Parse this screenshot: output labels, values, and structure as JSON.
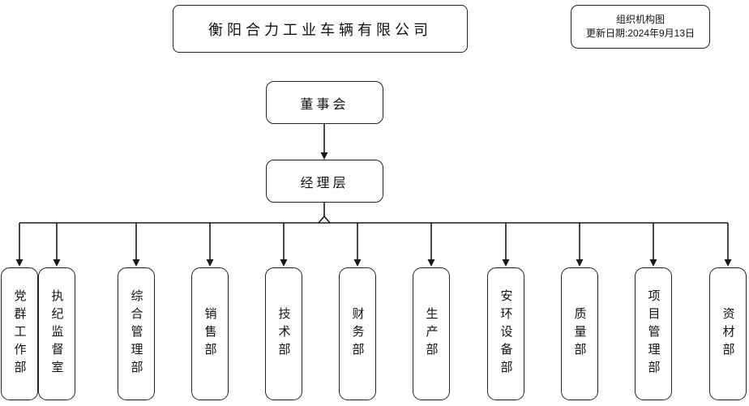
{
  "header": {
    "company_name": "衡阳合力工业车辆有限公司",
    "chart_label": "组织机构图",
    "update_date": "更新日期:2024年9月13日"
  },
  "tree": {
    "board_label": "董事会",
    "management_label": "经理层",
    "departments": [
      "党群工作部",
      "执纪监督室",
      "综合管理部",
      "销售部",
      "技术部",
      "财务部",
      "生产部",
      "安环设备部",
      "质量部",
      "项目管理部",
      "资材部"
    ]
  },
  "colors": {
    "line": "#1a1a1a",
    "border": "#222222",
    "background": "#ffffff",
    "text": "#111111"
  }
}
